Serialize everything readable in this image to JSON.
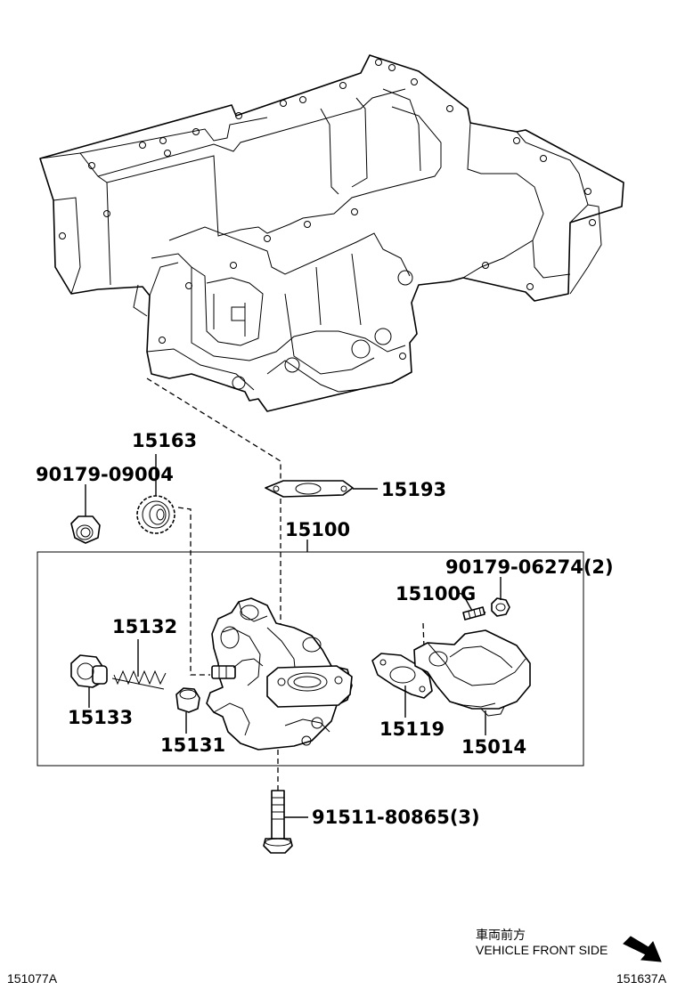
{
  "callouts": [
    {
      "id": "p15163",
      "text": "15163"
    },
    {
      "id": "p90179_09004",
      "text": "90179-09004"
    },
    {
      "id": "p15193",
      "text": "15193"
    },
    {
      "id": "p15100",
      "text": "15100"
    },
    {
      "id": "p90179_06274",
      "text": "90179-06274(2)"
    },
    {
      "id": "p15100G",
      "text": "15100G"
    },
    {
      "id": "p15132",
      "text": "15132"
    },
    {
      "id": "p15133",
      "text": "15133"
    },
    {
      "id": "p15131",
      "text": "15131"
    },
    {
      "id": "p15119",
      "text": "15119"
    },
    {
      "id": "p15014",
      "text": "15014"
    },
    {
      "id": "p91511_80865",
      "text": "91511-80865(3)"
    }
  ],
  "direction": {
    "jp": "車両前方",
    "en": "VEHICLE FRONT SIDE"
  },
  "codes": {
    "left": "151077A",
    "right": "151637A"
  }
}
